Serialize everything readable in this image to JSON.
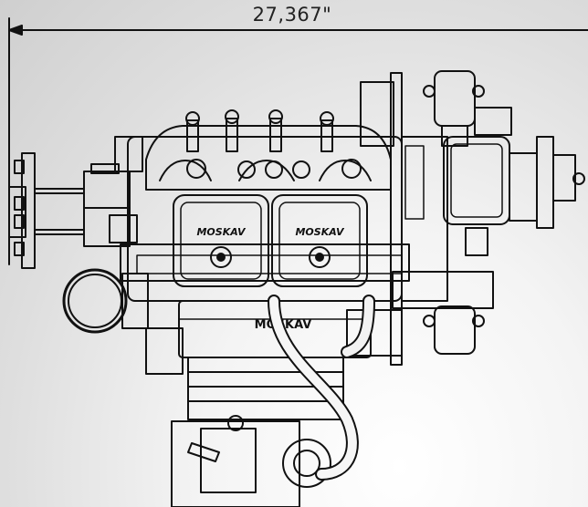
{
  "dimension": {
    "label": "27,367\""
  },
  "valve_covers": {
    "left_text": "MOSKAV",
    "right_text": "MOSKAV"
  },
  "intake_plenum": {
    "text": "MOSKAV"
  },
  "colors": {
    "line": "#111111",
    "background": "#e2e2e2"
  }
}
